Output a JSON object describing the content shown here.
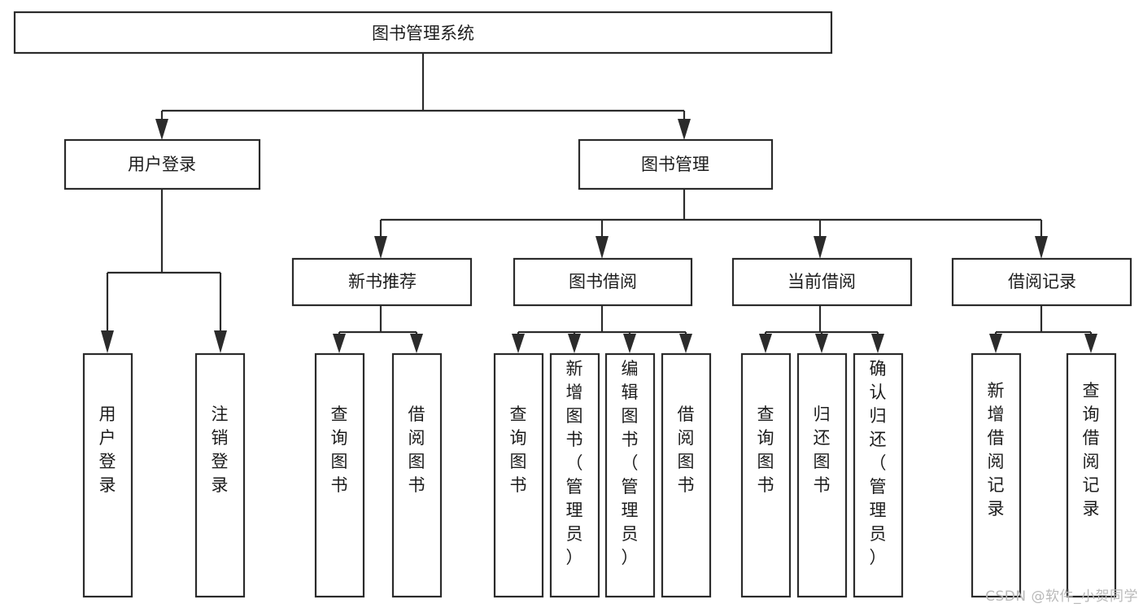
{
  "diagram": {
    "type": "tree",
    "title": "图书管理系统",
    "watermark": "CSDN @软件_小贺同学",
    "colors": {
      "stroke": "#2b2b2b",
      "box_fill": "#ffffff",
      "text": "#1c1c1c",
      "background": "#ffffff",
      "watermark": "#b9b9b9"
    },
    "levels": {
      "level1": [
        {
          "id": "root",
          "label": "图书管理系统",
          "orientation": "horizontal"
        }
      ],
      "level2": [
        {
          "id": "user-login",
          "label": "用户登录",
          "orientation": "horizontal"
        },
        {
          "id": "book-manage",
          "label": "图书管理",
          "orientation": "horizontal"
        }
      ],
      "level3": [
        {
          "id": "new-book-rec",
          "label": "新书推荐",
          "orientation": "horizontal"
        },
        {
          "id": "book-borrow",
          "label": "图书借阅",
          "orientation": "horizontal"
        },
        {
          "id": "current-borrow",
          "label": "当前借阅",
          "orientation": "horizontal"
        },
        {
          "id": "borrow-record",
          "label": "借阅记录",
          "orientation": "horizontal"
        }
      ],
      "level4": [
        {
          "id": "leaf-user-login",
          "label": "用户登录",
          "orientation": "vertical",
          "parent": "user-login"
        },
        {
          "id": "leaf-logout",
          "label": "注销登录",
          "orientation": "vertical",
          "parent": "user-login"
        },
        {
          "id": "leaf-query-book-1",
          "label": "查询图书",
          "orientation": "vertical",
          "parent": "new-book-rec"
        },
        {
          "id": "leaf-borrow-book-1",
          "label": "借阅图书",
          "orientation": "vertical",
          "parent": "new-book-rec"
        },
        {
          "id": "leaf-query-book-2",
          "label": "查询图书",
          "orientation": "vertical",
          "parent": "book-borrow"
        },
        {
          "id": "leaf-add-book",
          "label": "新增图书（管理员）",
          "orientation": "vertical",
          "parent": "book-borrow"
        },
        {
          "id": "leaf-edit-book",
          "label": "编辑图书（管理员）",
          "orientation": "vertical",
          "parent": "book-borrow"
        },
        {
          "id": "leaf-borrow-book-2",
          "label": "借阅图书",
          "orientation": "vertical",
          "parent": "book-borrow"
        },
        {
          "id": "leaf-query-book-3",
          "label": "查询图书",
          "orientation": "vertical",
          "parent": "current-borrow"
        },
        {
          "id": "leaf-return-book",
          "label": "归还图书",
          "orientation": "vertical",
          "parent": "current-borrow"
        },
        {
          "id": "leaf-confirm-return",
          "label": "确认归还（管理员）",
          "orientation": "vertical",
          "parent": "current-borrow"
        },
        {
          "id": "leaf-add-record",
          "label": "新增借阅记录",
          "orientation": "vertical",
          "parent": "borrow-record"
        },
        {
          "id": "leaf-query-record",
          "label": "查询借阅记录",
          "orientation": "vertical",
          "parent": "borrow-record"
        }
      ]
    }
  }
}
